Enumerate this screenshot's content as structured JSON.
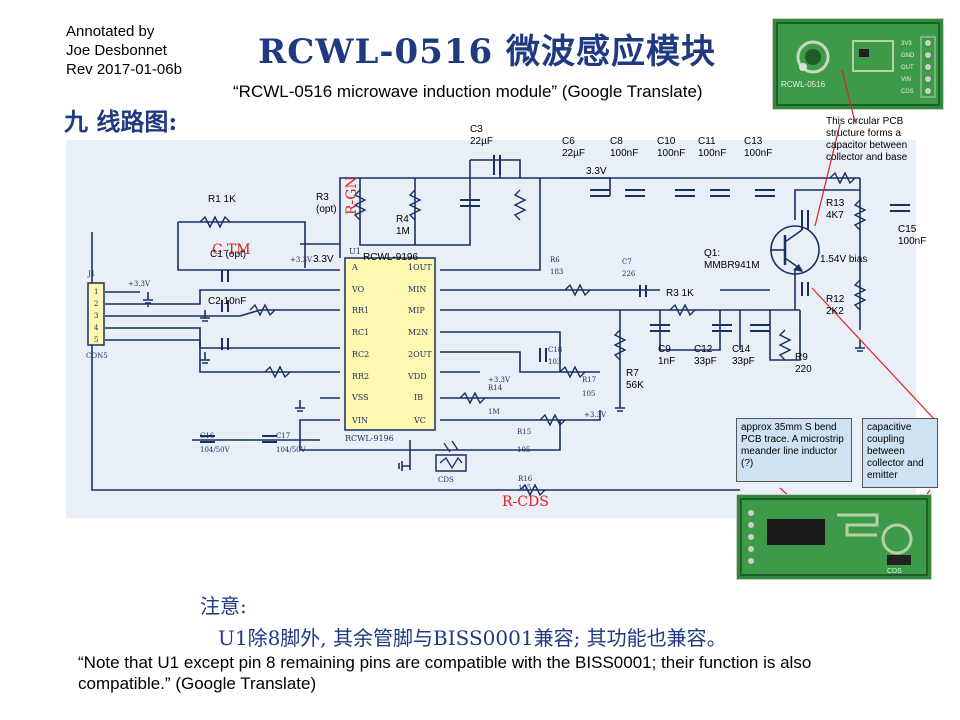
{
  "header": {
    "annotated_by": "Annotated by\nJoe Desbonnet\nRev 2017-01-06b",
    "title_cn": "RCWL-0516 微波感应模块",
    "title_translation": "“RCWL-0516 microwave induction module” (Google Translate)",
    "section_cn": "九 线路图:"
  },
  "schematic": {
    "labels": {
      "c3": "C3\n22µF",
      "c6": "C6\n22µF",
      "c8": "C8\n100nF",
      "c10": "C10\n100nF",
      "c11": "C11\n100nF",
      "c13": "C13\n100nF",
      "v33_top": "3.3V",
      "r1": "R1 1K",
      "r3": "R3\n(opt)",
      "r4": "R4\n1M",
      "c1": "C1 (opt)",
      "v33_u1": "3.3V",
      "rcwl": "RCWL-9196",
      "c2": "C2 10nF",
      "r3k": "R3 1K",
      "c9": "C9\n1nF",
      "c12": "C12\n33pF",
      "c14": "C14\n33pF",
      "r7": "R7\n56K",
      "r9": "R9\n220",
      "q1": "Q1:\nMMBR941M",
      "bias": "1.54V bias",
      "r13": "R13\n4K7",
      "r12": "R12\n2K2",
      "c15": "C15\n100nF",
      "pcb_cap": "This circular  PCB\nstructure forms a\ncapacitor between\ncollector and base"
    },
    "chips": {
      "u1_name": "U1",
      "pins_left": [
        "A",
        "VO",
        "RR1",
        "RC1",
        "RC2",
        "RR2",
        "VSS",
        "VIN"
      ],
      "pins_right": [
        "1OUT",
        "MIN",
        "MIP",
        "M2N",
        "2OUT",
        "VDD",
        "IB",
        "VC"
      ],
      "connector_pins": [
        "1",
        "2",
        "3",
        "4",
        "5"
      ],
      "connector_name": "CON5",
      "ic_label": "RCWL-9196"
    },
    "printed": {
      "rgn": "R-GN",
      "ctm": "C-TM",
      "rcds": "R-CDS",
      "cds": "CDS",
      "j1": "J1",
      "v33a": "+3.3V",
      "v33b": "+3.3V",
      "v33c": "+3.3V",
      "v33d": "+3.3V",
      "c16": "C16",
      "c16v": "104/50V",
      "c17": "C17",
      "c17v": "104/50V",
      "r14": "R14",
      "r14v": "1M",
      "r15": "R15",
      "r15v": "105",
      "r16": "R16",
      "r16v": "105",
      "r17": "R17",
      "r17v": "105",
      "r6": "R6",
      "r6v": "183",
      "c7": "C7",
      "c7v": "226",
      "c18": "C18",
      "c18v": "103"
    }
  },
  "annotations": {
    "meander": "approx 35mm S bend PCB trace. A microstrip meander line inductor (?)",
    "coupling": "capacitive coupling between collector and emitter"
  },
  "board_top": {
    "label": "RCWL-0516",
    "pins": [
      "3V3",
      "GND",
      "OUT",
      "VIN",
      "CDS"
    ]
  },
  "board_bottom": {
    "label": "CDS"
  },
  "footer": {
    "note_cn_1": "注意:",
    "note_cn_2": "U1除8脚外, 其余管脚与BISS0001兼容; 其功能也兼容。",
    "note_translation": "“Note that U1 except pin 8 remaining pins are compatible with the BISS0001; their function is also compatible.” (Google Translate)"
  },
  "colors": {
    "title_blue": "#1f3a80",
    "pcb_green": "#2f8a3c",
    "wire": "#1c2f63",
    "red": "#e02020",
    "schematic_bg": "#e9eff6",
    "box_fill": "#cfe2f3"
  }
}
